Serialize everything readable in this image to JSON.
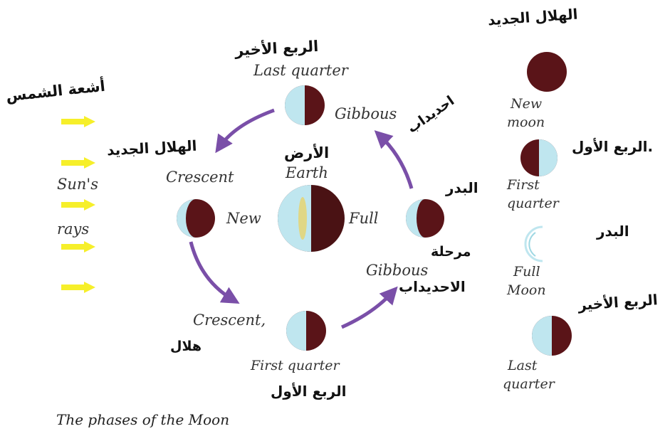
{
  "sun": {
    "label_ar": "أشعة الشمس",
    "label_en_1": "Sun's",
    "label_en_2": "rays",
    "color": "#f6ef2a"
  },
  "earth": {
    "label_ar": "الأرض",
    "label_en": "Earth"
  },
  "orbit": {
    "last_quarter": {
      "ar": "الربع الأخير",
      "en": "Last quarter"
    },
    "gibbous_top": {
      "ar": "احديداب",
      "en": "Gibbous"
    },
    "crescent_top": {
      "ar": "الهلال الجديد",
      "en": "Crescent"
    },
    "new_label": "New",
    "full_label": "Full",
    "full_ar": "البدر",
    "gibbous_bottom": {
      "ar_1": "مرحلة",
      "ar_2": "الاحديداب",
      "en": "Gibbous"
    },
    "crescent_bottom": {
      "ar": "هلال",
      "en": "Crescent,"
    },
    "first_quarter": {
      "ar": "الربع الأول",
      "en": "First quarter"
    }
  },
  "legend": {
    "new_moon": {
      "ar": "الهلال الجديد",
      "en_1": "New",
      "en_2": "moon"
    },
    "first_quarter": {
      "ar": ".الربع الأول",
      "en_1": "First",
      "en_2": "quarter"
    },
    "full_moon": {
      "ar": "البدر",
      "en_1": "Full",
      "en_2": "Moon"
    },
    "last_quarter": {
      "ar": "الربع الأخير",
      "en_1": "Last",
      "en_2": "quarter"
    }
  },
  "caption": "The phases of the Moon",
  "colors": {
    "moon_dark": "#5a1418",
    "moon_lit": "#bfe6ef",
    "arrow": "#7a4fa8",
    "earth_dark": "#4a1214"
  }
}
